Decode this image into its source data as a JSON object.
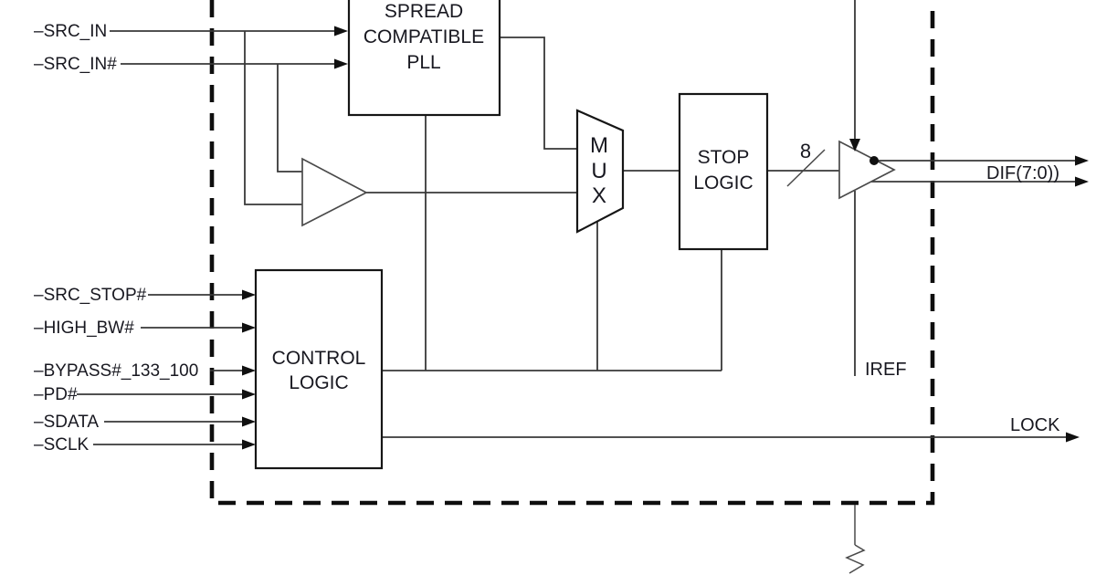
{
  "figure": {
    "description": "Clock generator IC functional block diagram",
    "background": "#ffffff",
    "line_color": "#383838",
    "text_color": "#181820",
    "boundary_style": "dashed"
  },
  "inputs": [
    {
      "label": "–SRC_IN"
    },
    {
      "label": "–SRC_IN#"
    },
    {
      "label": "–SRC_STOP#"
    },
    {
      "label": "–HIGH_BW#"
    },
    {
      "label": "–BYPASS#_133_100"
    },
    {
      "label": "–PD#"
    },
    {
      "label": "–SDATA"
    },
    {
      "label": "–SCLK"
    }
  ],
  "blocks": {
    "pll": {
      "line1": "SPREAD",
      "line2": "COMPATIBLE",
      "line3": "PLL"
    },
    "mux": {
      "line1": "M",
      "line2": "U",
      "line3": "X"
    },
    "stop_logic": {
      "line1": "STOP",
      "line2": "LOGIC"
    },
    "control_logic": {
      "line1": "CONTROL",
      "line2": "LOGIC"
    }
  },
  "outputs": {
    "dif": {
      "label": "DIF(7:0))",
      "bus_width": "8"
    },
    "lock": {
      "label": "LOCK"
    }
  },
  "pins": {
    "iref": {
      "label": "IREF"
    }
  }
}
